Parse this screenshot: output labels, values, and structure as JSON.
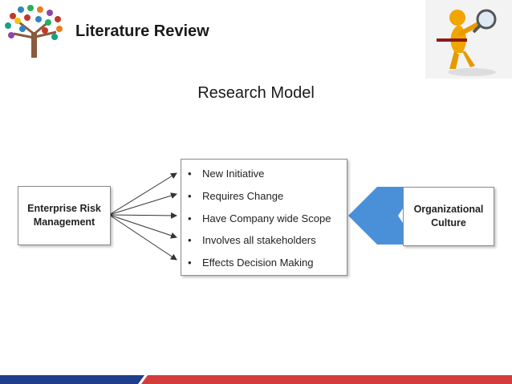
{
  "slide": {
    "title": "Literature Review",
    "heading": "Research Model"
  },
  "diagram": {
    "left_box": {
      "line1": "Enterprise Risk",
      "line2": "Management"
    },
    "right_box": {
      "line1": "Organizational",
      "line2": "Culture"
    },
    "bullets": [
      "New Initiative",
      "Requires Change",
      "Have Company wide Scope",
      "Involves all stakeholders",
      "Effects Decision Making"
    ],
    "bullet_symbol": "•",
    "chevron_color": "#4a90d9"
  },
  "footer": {
    "colors": [
      "#1f3f8c",
      "#d43b3b"
    ]
  },
  "icons": {
    "logo": "tree-logo-icon",
    "figure": "magnifier-figure-icon"
  }
}
